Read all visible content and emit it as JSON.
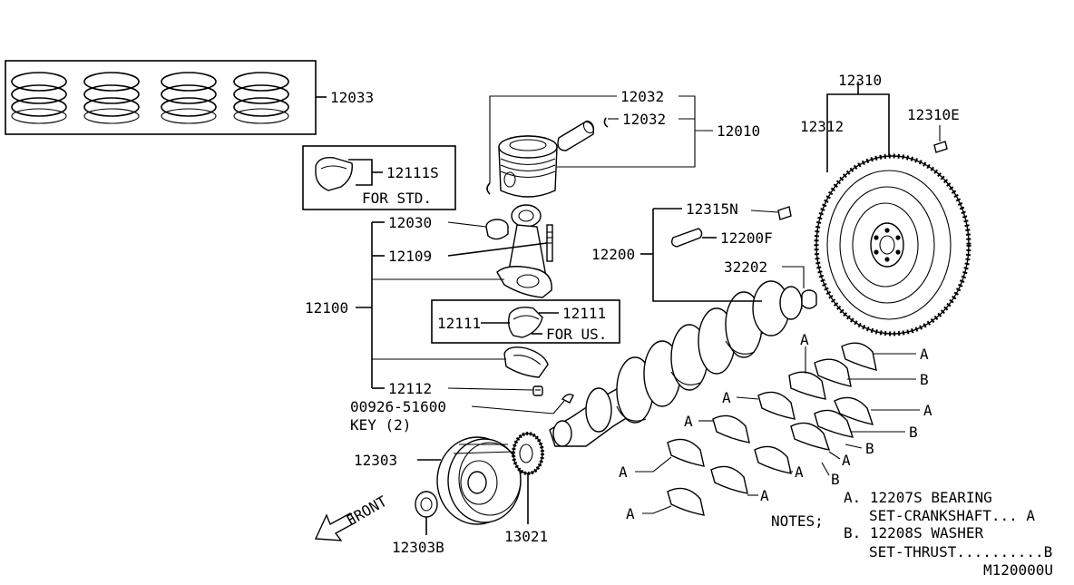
{
  "parts": {
    "rings": "12033",
    "bearing_std": "12111S",
    "for_std": "FOR STD.",
    "snap_ring_top": "12032",
    "snap_ring_mid": "12032",
    "piston": "12010",
    "bushing": "12030",
    "rod_bolt": "12109",
    "rod_assembly": "12100",
    "bearing_us_right": "12111",
    "bearing_us_left": "12111",
    "for_us": "FOR US.",
    "rod_nut": "12112",
    "key_part": "00926-51600",
    "key_qty": "KEY (2)",
    "flywheel": "12310",
    "ring_gear": "12312",
    "flywheel_pin": "12310E",
    "pilot_bolt": "12315N",
    "dowel": "12200F",
    "crankshaft": "12200",
    "pilot_bushing": "32202",
    "pulley": "12303",
    "sprocket": "13021",
    "pulley_bolt": "12303B",
    "front": "FRONT"
  },
  "markers": {
    "a": "A",
    "b": "B"
  },
  "notes": {
    "title": "NOTES;",
    "line1": "A. 12207S BEARING",
    "line2": "SET-CRANKSHAFT... A",
    "line3": "B. 12208S WASHER",
    "line4": "SET-THRUST..........B"
  },
  "diagram_code": "M120000U"
}
